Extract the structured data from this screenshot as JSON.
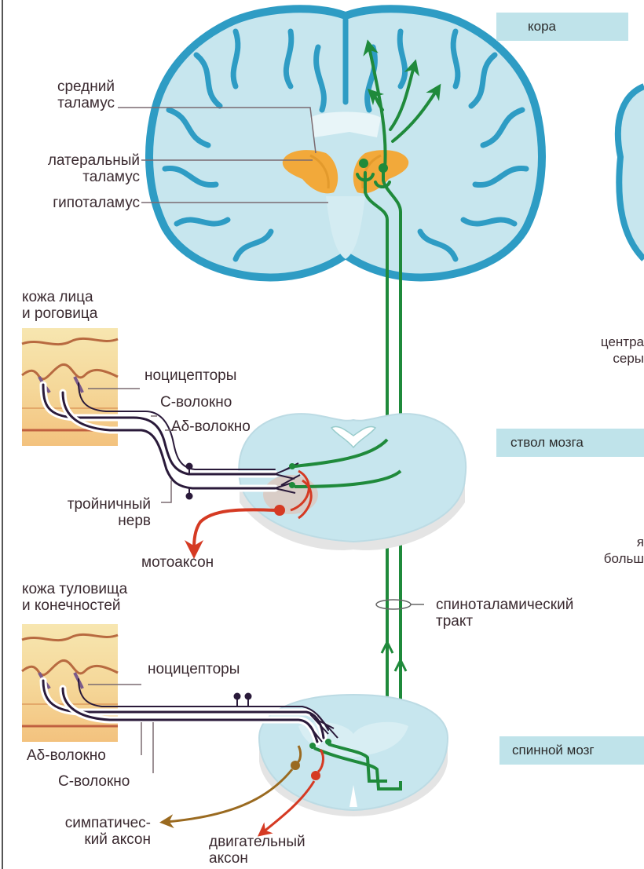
{
  "region_tags": {
    "cortex": "кора",
    "brainstem": "ствол мозга",
    "spinal_cord": "спинной мозг"
  },
  "labels": {
    "medial_thalamus": "средний\nталамус",
    "lateral_thalamus": "латеральный\nталамус",
    "hypothalamus": "гипоталамус",
    "face_skin": "кожа лица\nи роговица",
    "nociceptors_upper": "ноцицепторы",
    "c_fiber_upper": "С-волокно",
    "ad_fiber_upper": "Аδ-волокно",
    "trigeminal_nerve": "тройничный\nнерв",
    "motor_axon_upper": "мотоаксон",
    "trunk_skin": "кожа туловища\nи конечностей",
    "nociceptors_lower": "ноцицепторы",
    "spinothalamic_tract": "спинoталамический\nтракт",
    "ad_fiber_lower": "Аδ-волокно",
    "c_fiber_lower": "С-волокно",
    "sympathetic_axon": "симпатичес-\nкий аксон",
    "motor_axon_lower": "двигательный\nаксон",
    "right_edge_1": "центра\nсеры",
    "right_edge_2": "я\nбольш"
  },
  "colors": {
    "brain_fill": "#c7e6ee",
    "brain_edge": "#2e9cc4",
    "thalamus": "#f2a93a",
    "tract_green": "#1f8a3b",
    "fiber_dark": "#2a1a3a",
    "motor_red": "#d53a23",
    "sympathetic_brown": "#9a6a20",
    "skin_top": "#f7e3a8",
    "skin_bottom": "#f4c98a",
    "tag_bg": "#bfe3ea"
  }
}
